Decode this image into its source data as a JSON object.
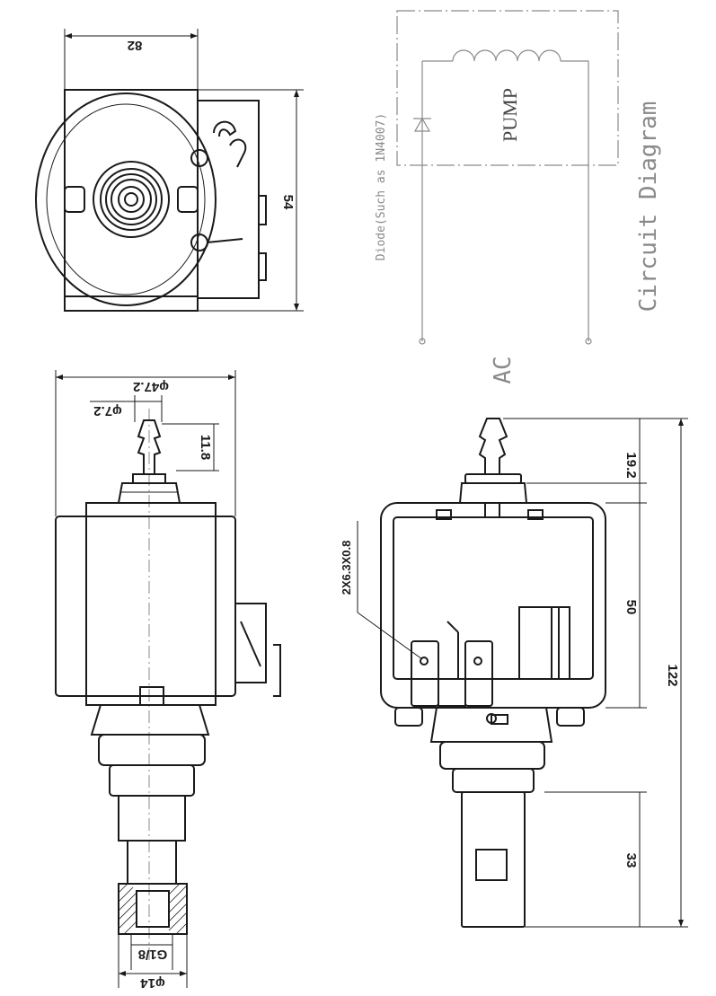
{
  "dimensions": {
    "top_width": "82",
    "top_height": "54",
    "outer_dia": "φ47.2",
    "nozzle_dia": "φ7.2",
    "nozzle_len": "11.8",
    "thread": "G1/8",
    "inlet_dia": "φ14",
    "front_top": "19.2",
    "front_body": "50",
    "front_total": "122",
    "front_bottom": "33",
    "terminal_spec": "2X6.3X0.8"
  },
  "circuit": {
    "title": "Circuit Diagram",
    "pump_label": "PUMP",
    "diode_label": "Diode(Such as 1N4007)",
    "ac_label": "AC"
  }
}
